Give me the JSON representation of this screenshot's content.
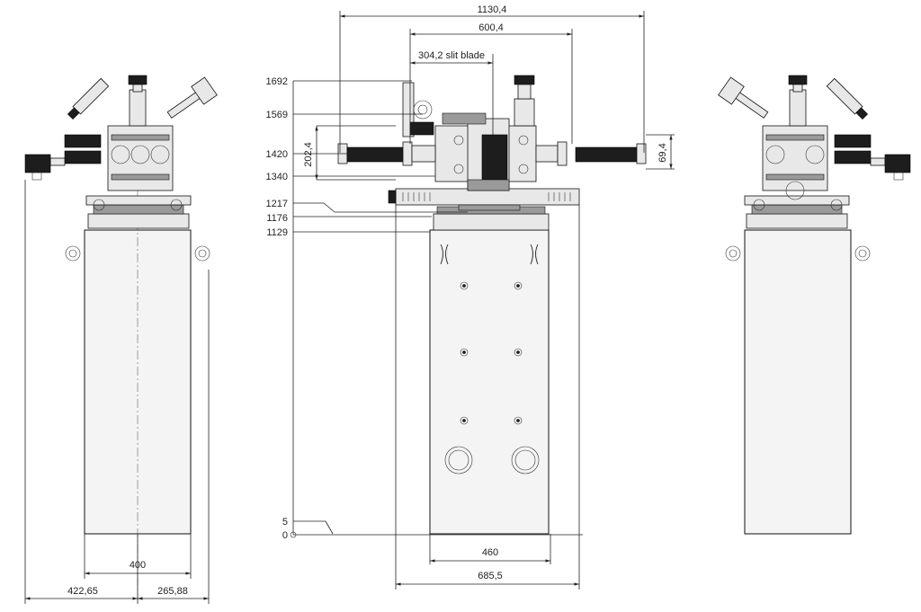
{
  "drawing": {
    "front_view": {
      "height_labels": [
        "1692",
        "1569",
        "1420",
        "1340",
        "1217",
        "1176",
        "1129",
        "5",
        "0"
      ],
      "flange_height": "202,4",
      "right_offset": "69,4",
      "overall_width": "1130,4",
      "inner_width": "600,4",
      "slit_label": "304,2 slit blade",
      "base_width": "460",
      "frame_width": "685,5"
    },
    "side_view": {
      "base_width": "400",
      "left_extent": "422,65",
      "right_extent": "265,88"
    }
  }
}
